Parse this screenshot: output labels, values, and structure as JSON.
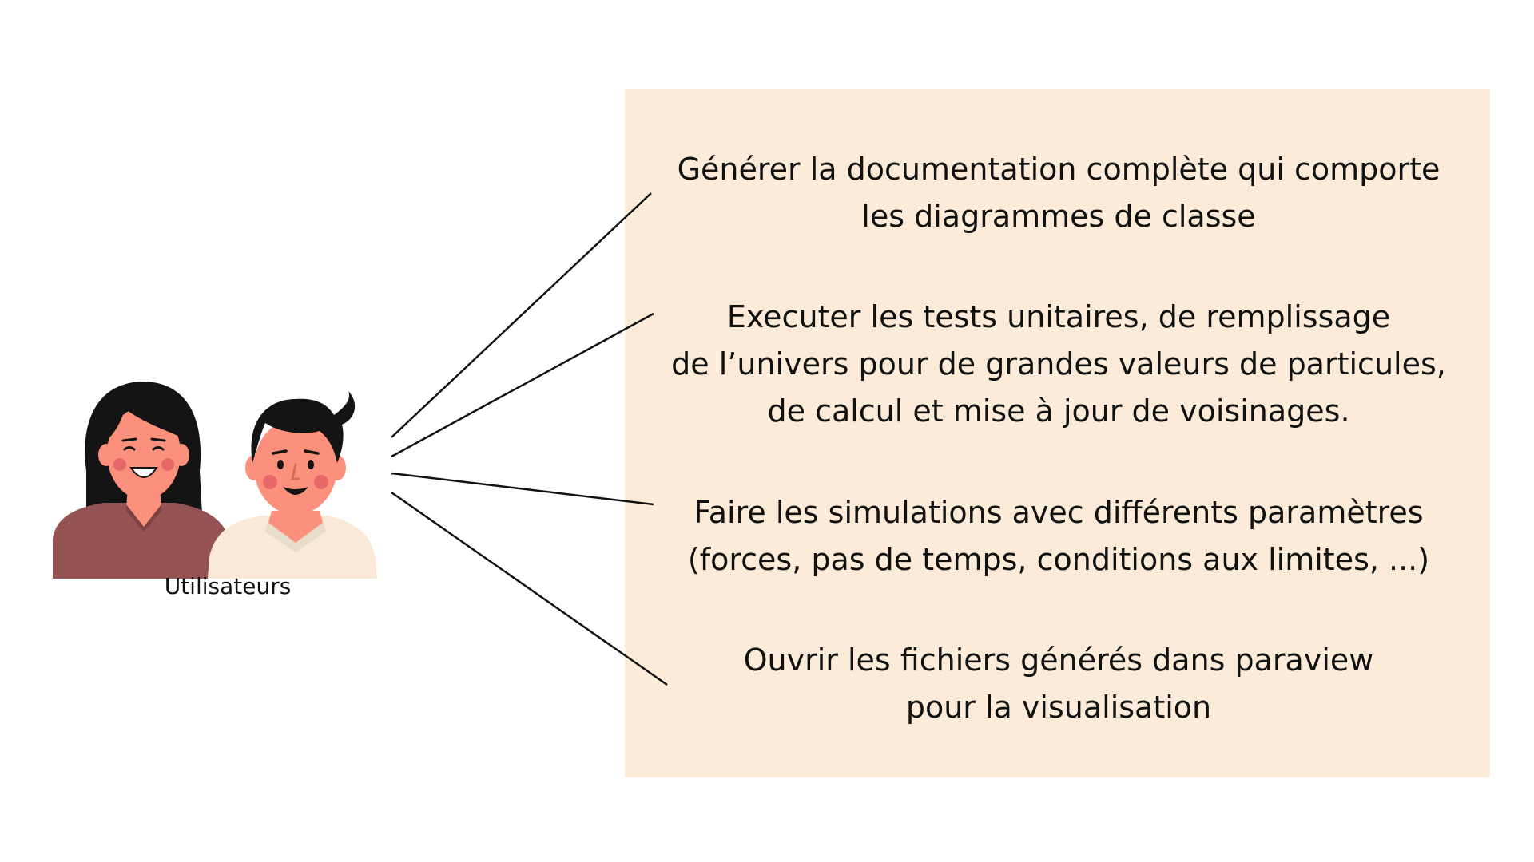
{
  "actor": {
    "label": "Utilisateurs"
  },
  "use_cases": [
    {
      "text": "Générer la documentation complète qui comporte\nles diagrammes de classe"
    },
    {
      "text": "Executer les tests unitaires, de remplissage\nde l’univers pour de grandes valeurs de particules,\nde calcul et mise à jour de voisinages."
    },
    {
      "text": "Faire les simulations avec différents paramètres\n(forces, pas de temps, conditions aux limites, ...)"
    },
    {
      "text": "Ouvrir les fichiers générés dans paraview\npour la visualisation"
    }
  ],
  "colors": {
    "panel": "#fcebd9",
    "line": "#111111",
    "woman_top": "#955253",
    "man_top": "#fbe9d7",
    "skin": "#fb907c",
    "hair": "#141414"
  },
  "icons": [
    "woman-avatar-icon",
    "man-avatar-icon"
  ]
}
